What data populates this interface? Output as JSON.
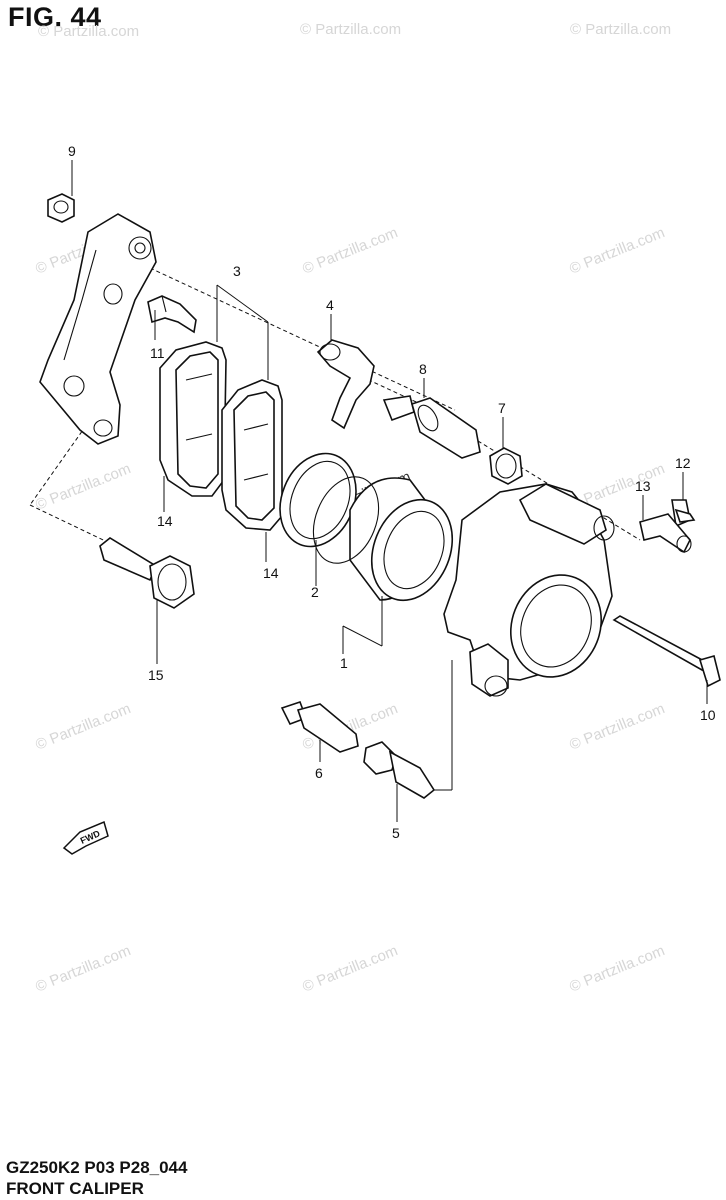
{
  "figure": {
    "title": "FIG. 44",
    "code": "GZ250K2 P03 P28_044",
    "name": "FRONT CALIPER"
  },
  "watermark": {
    "text": "© Partzilla.com"
  },
  "callouts": [
    "1",
    "2",
    "3",
    "4",
    "5",
    "6",
    "7",
    "8",
    "9",
    "10",
    "11",
    "12",
    "13",
    "14",
    "14",
    "15"
  ],
  "fwd_label": "FWD",
  "colors": {
    "line": "#111111",
    "watermark": "#d6d6d6",
    "background": "#ffffff"
  }
}
